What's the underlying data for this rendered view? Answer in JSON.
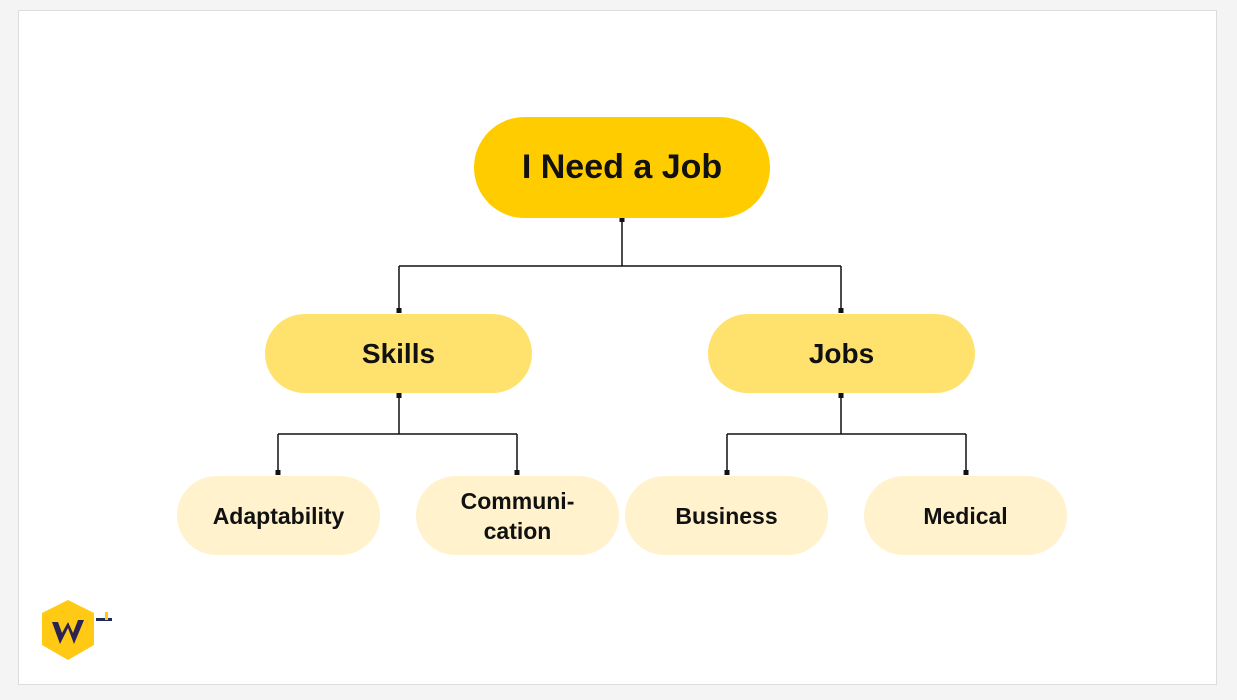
{
  "diagram": {
    "root": {
      "label": "I Need a Job"
    },
    "branches": [
      {
        "label": "Skills",
        "children": [
          {
            "label": "Adaptability"
          },
          {
            "label": "Communi-\ncation"
          }
        ]
      },
      {
        "label": "Jobs",
        "children": [
          {
            "label": "Business"
          },
          {
            "label": "Medical"
          }
        ]
      }
    ]
  },
  "colors": {
    "root": "#FFCC00",
    "branch": "#FFE26E",
    "leaf": "#FFF2CC",
    "connector": "#111111"
  },
  "logo": {
    "icon": "w-plus-logo"
  }
}
